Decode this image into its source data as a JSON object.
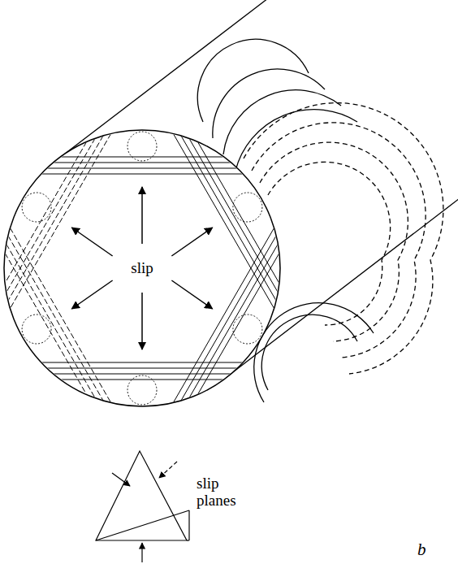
{
  "diagram": {
    "labels": [
      "slip",
      "slip planes",
      "b"
    ]
  }
}
